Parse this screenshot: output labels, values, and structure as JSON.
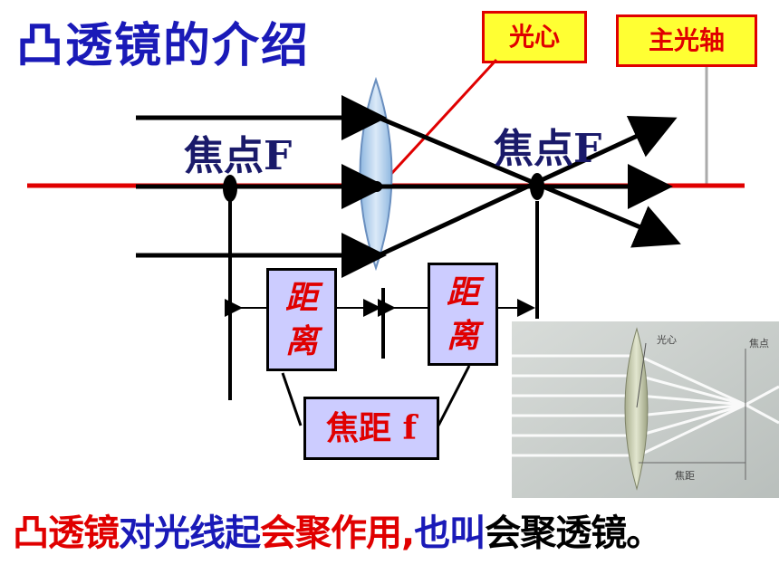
{
  "title": "凸透镜的介绍",
  "callouts": {
    "optical_center": "光心",
    "principal_axis": "主光轴"
  },
  "focus_label_left": "焦点F",
  "focus_label_right": "焦点F",
  "distance_left": [
    "距",
    "离"
  ],
  "distance_right": [
    "距",
    "离"
  ],
  "focal_length": "焦距 f",
  "caption": [
    {
      "text": "凸透镜",
      "color": "#e00000"
    },
    {
      "text": "对光线起",
      "color": "#1a1ab8"
    },
    {
      "text": "会聚作用",
      "color": "#e00000"
    },
    {
      "text": ",",
      "color": "#e00000"
    },
    {
      "text": "也叫",
      "color": "#1a1ab8"
    },
    {
      "text": "会聚透镜。",
      "color": "#000000"
    }
  ],
  "photo": {
    "label_center": "光心",
    "label_focus": "焦点",
    "label_focal_length": "焦距"
  },
  "colors": {
    "axis": "#e00000",
    "rays": "#000000",
    "title": "#1a1ab8",
    "box_fill": "#ccccff",
    "callout_fill": "#ffff33"
  }
}
